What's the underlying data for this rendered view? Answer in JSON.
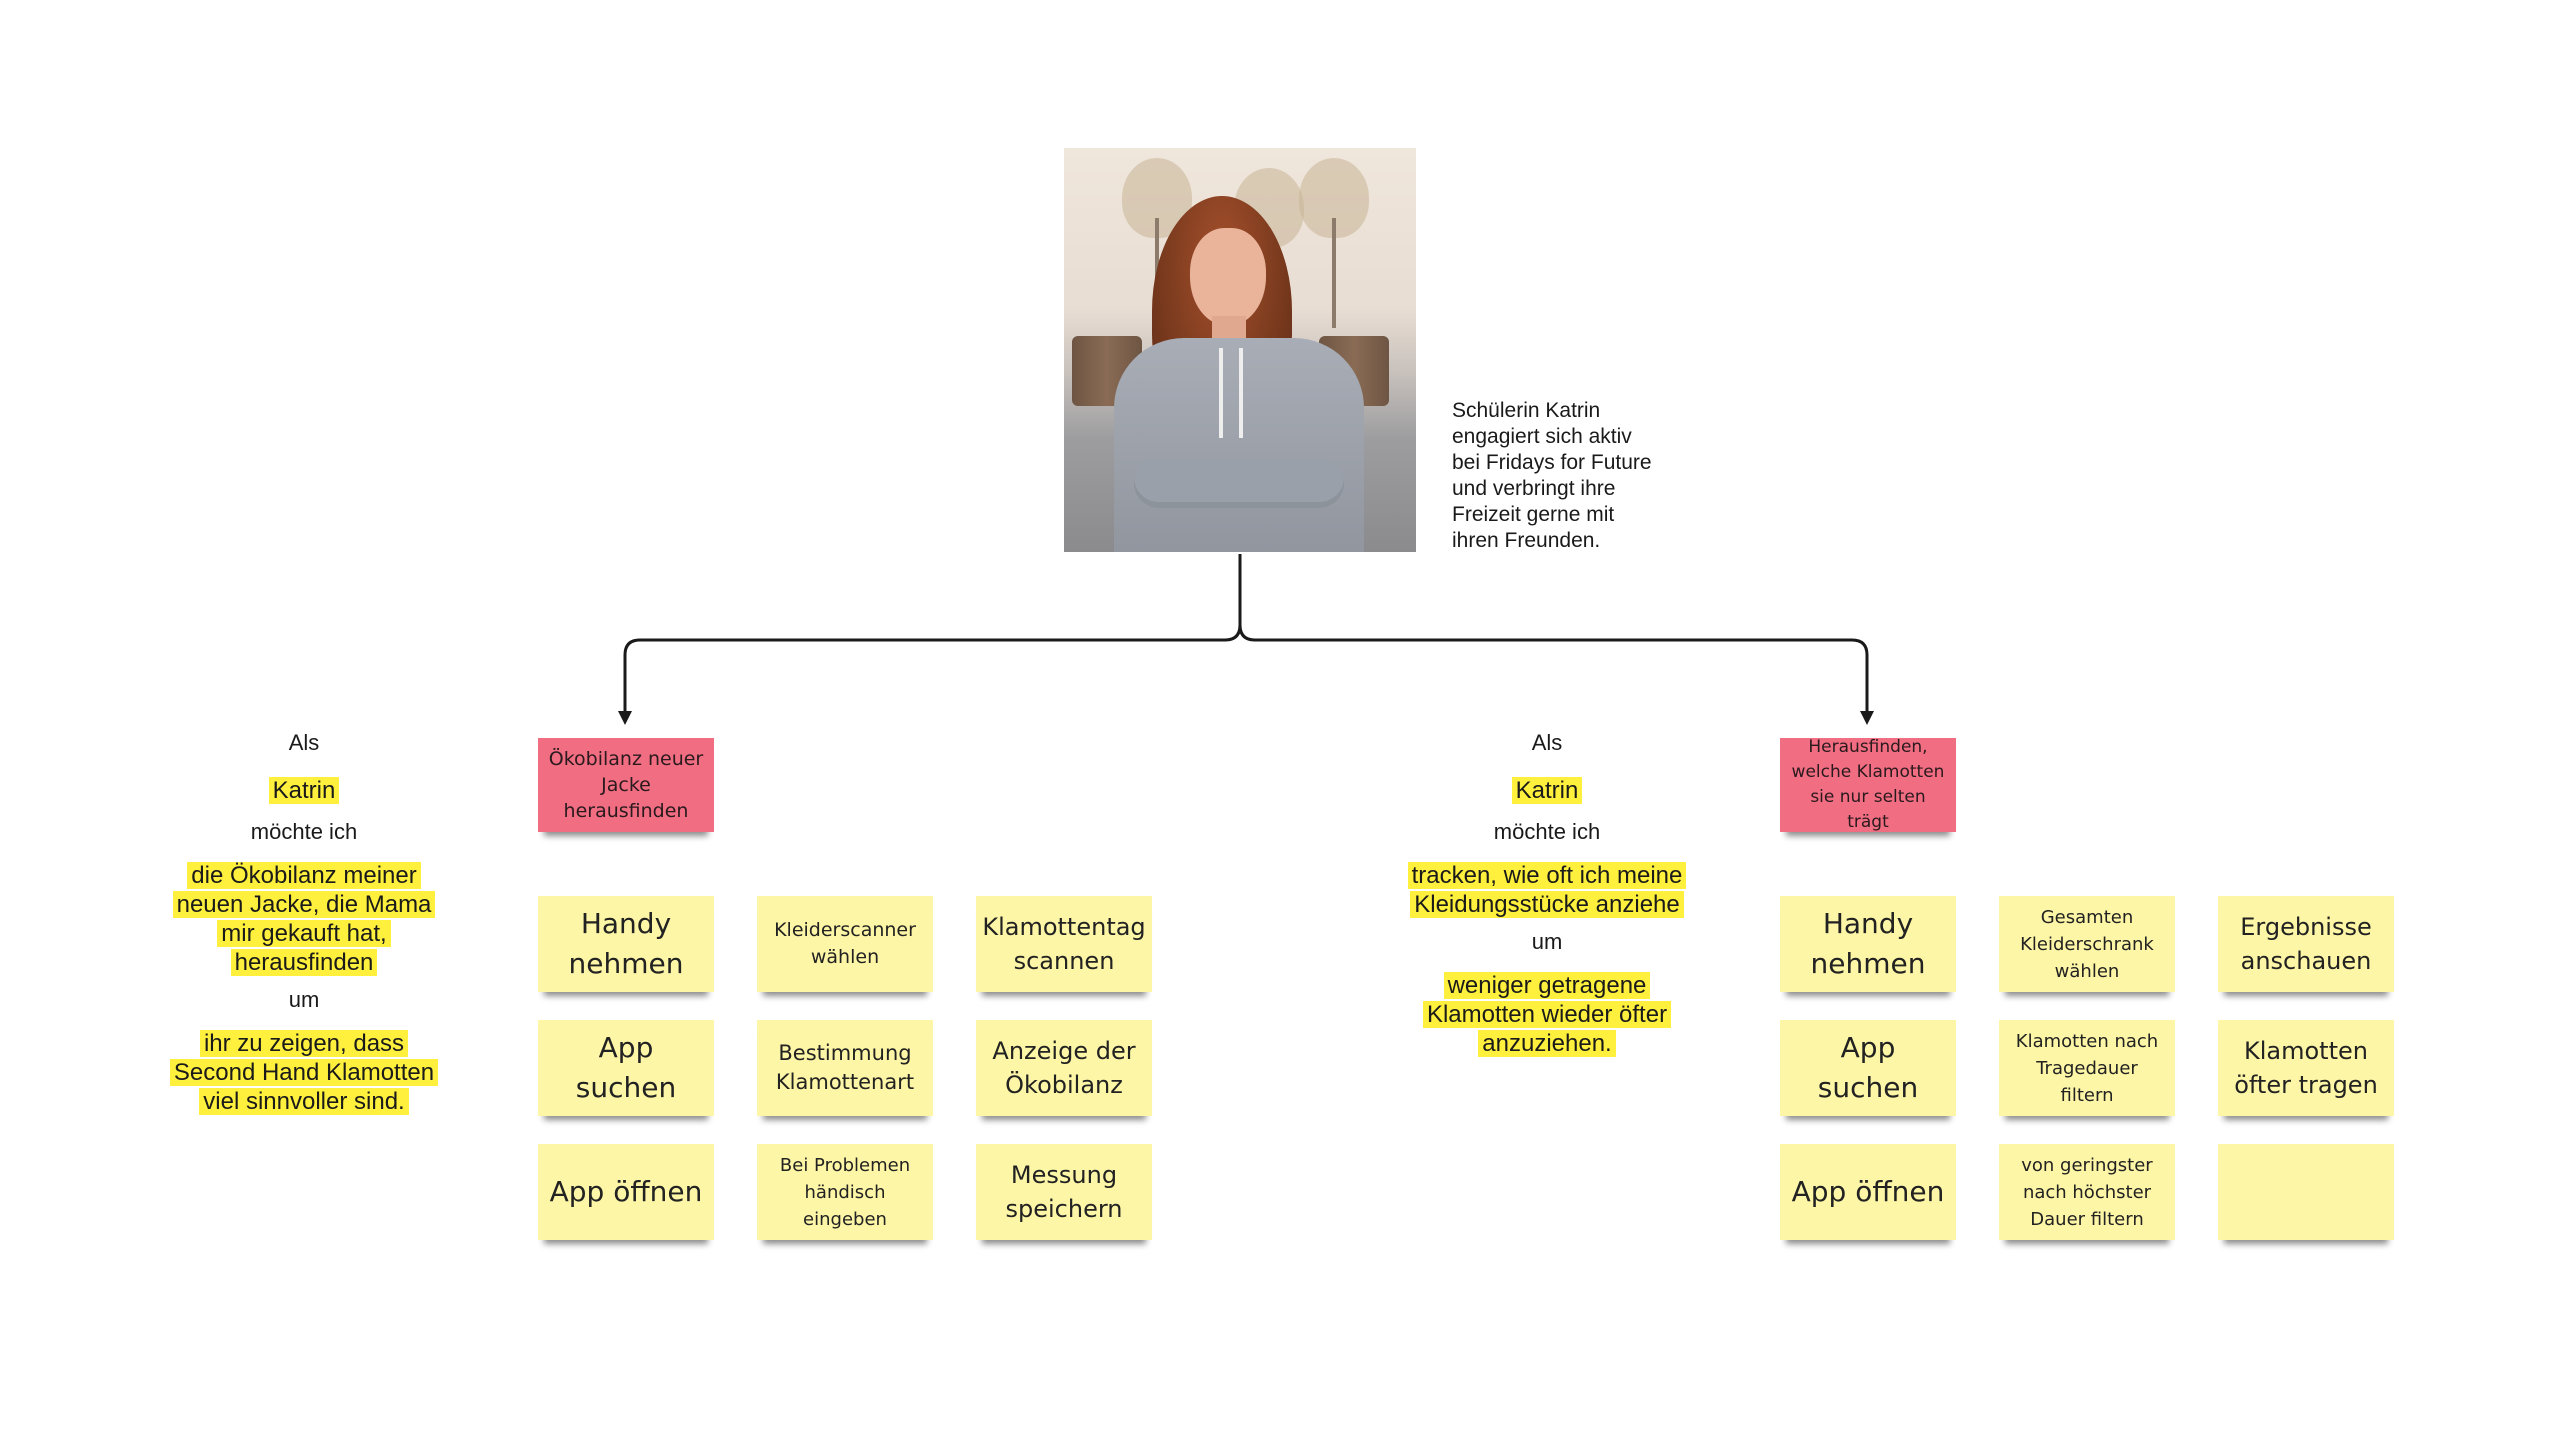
{
  "persona": {
    "photo_alt": "Katrin",
    "lines": [
      "Schülerin Katrin",
      "engagiert sich aktiv",
      "bei Fridays for Future",
      "und verbringt ihre",
      "Freizeit gerne mit",
      "ihren Freunden."
    ]
  },
  "story_left": {
    "als": "Als",
    "name": "Katrin",
    "moechte": "möchte ich",
    "goal": "die Ökobilanz meiner neuen Jacke, die Mama mir gekauft hat, herausfinden",
    "um": "um",
    "reason": "ihr zu zeigen, dass Second Hand Klamotten viel sinnvoller sind."
  },
  "story_right": {
    "als": "Als",
    "name": "Katrin",
    "moechte": "möchte ich",
    "goal": "tracken, wie oft ich meine Kleidungsstücke anziehe",
    "um": "um",
    "reason": "weniger getragene Klamotten wieder öfter anzuziehen."
  },
  "epics": {
    "left": "Ökobilanz neuer Jacke herausfinden",
    "right": "Herausfinden, welche Klamotten sie nur selten trägt"
  },
  "notes_left": [
    [
      "Handy nehmen",
      "Kleiderscanner wählen",
      "Klamottentag scannen"
    ],
    [
      "App suchen",
      "Bestimmung Klamottenart",
      "Anzeige der Ökobilanz"
    ],
    [
      "App öffnen",
      "Bei Problemen händisch eingeben",
      "Messung speichern"
    ]
  ],
  "notes_right": [
    [
      "Handy nehmen",
      "Gesamten Kleiderschrank wählen",
      "Ergebnisse anschauen"
    ],
    [
      "App suchen",
      "Klamotten nach Tragedauer filtern",
      "Klamotten öfter tragen"
    ],
    [
      "App öffnen",
      "von geringster nach höchster Dauer filtern",
      ""
    ]
  ],
  "colors": {
    "sticky": "#fdf6a6",
    "epic": "#f06d82",
    "highlight": "#fef03c",
    "connector": "#1a1a1a"
  }
}
